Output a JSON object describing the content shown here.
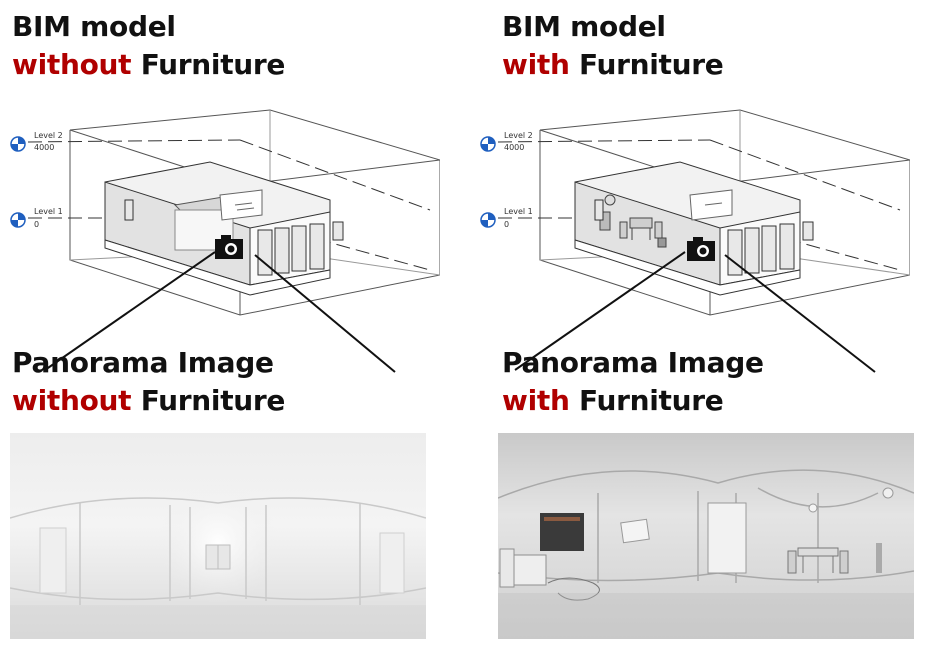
{
  "left": {
    "bim_title": "BIM model",
    "bim_key": "without",
    "bim_rest": "Furniture",
    "pano_title": "Panorama Image",
    "pano_key": "without",
    "pano_rest": "Furniture",
    "level2_name": "Level 2",
    "level2_value": "4000",
    "level1_name": "Level 1",
    "level1_value": "0"
  },
  "right": {
    "bim_title": "BIM model",
    "bim_key": "with",
    "bim_rest": "Furniture",
    "pano_title": "Panorama Image",
    "pano_key": "with",
    "pano_rest": "Furniture",
    "level2_name": "Level 2",
    "level2_value": "4000",
    "level1_name": "Level 1",
    "level1_value": "0"
  },
  "colors": {
    "accent": "#b00000",
    "level_marker": "#1f5fbf"
  }
}
